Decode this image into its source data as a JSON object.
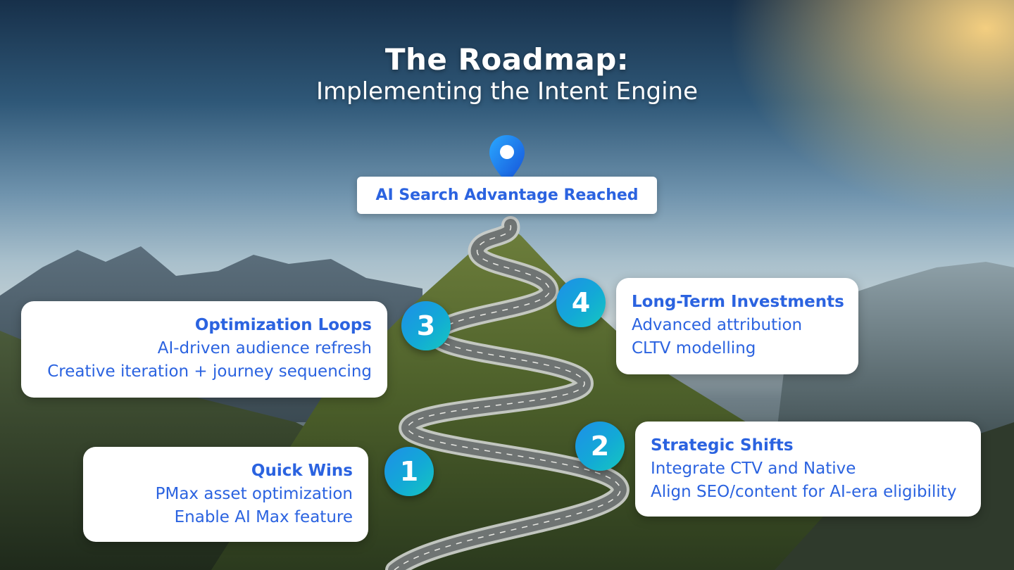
{
  "header": {
    "title": "The Roadmap:",
    "subtitle": "Implementing the Intent Engine"
  },
  "goal": {
    "icon": "map-pin-icon",
    "label": "AI Search Advantage Reached"
  },
  "steps": [
    {
      "number": "1",
      "heading": "Quick Wins",
      "lines": [
        "PMax asset optimization",
        "Enable AI Max feature"
      ]
    },
    {
      "number": "2",
      "heading": "Strategic Shifts",
      "lines": [
        "Integrate CTV and Native",
        "Align SEO/content for AI-era eligibility"
      ]
    },
    {
      "number": "3",
      "heading": "Optimization Loops",
      "lines": [
        "AI-driven audience refresh",
        "Creative iteration + journey sequencing"
      ]
    },
    {
      "number": "4",
      "heading": "Long-Term Investments",
      "lines": [
        "Advanced attribution",
        "CLTV modelling"
      ]
    }
  ],
  "colors": {
    "accent": "#2b63e0",
    "badge_start": "#1e8fe8",
    "badge_end": "#14c7c0",
    "card": "#ffffff"
  }
}
